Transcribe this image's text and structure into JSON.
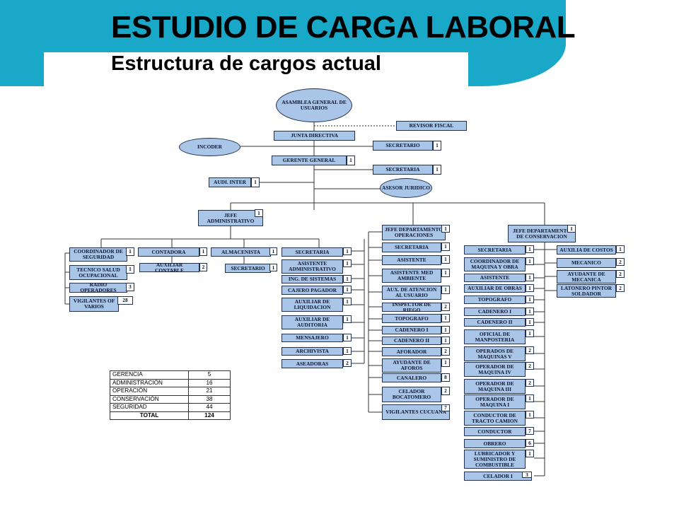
{
  "header": {
    "title": "ESTUDIO DE CARGA LABORAL",
    "subtitle": "Estructura de cargos  actual",
    "band_color": "#1aa8c8"
  },
  "org_chart": {
    "box_color": "#a9c5e8",
    "top": {
      "asamblea": "ASAMBLEA GENERAL DE USUARIOS",
      "revisor": "REVISOR FISCAL",
      "junta": "JUNTA DIRECTIVA",
      "incoder": "INCODER",
      "secretario_junta": {
        "label": "SECRETARIO",
        "count": "1"
      },
      "gerente": {
        "label": "GERENTE GENERAL",
        "count": "1"
      },
      "secretaria_gerencia": {
        "label": "SECRETARIA",
        "count": "1"
      },
      "audi": {
        "label": "AUDI. INTER",
        "count": "1"
      },
      "asesor": "ASESOR JURIDICO"
    },
    "administrativo": {
      "head": {
        "label": "JEFE ADMINISTRATIVO",
        "count": "1"
      },
      "col1": [
        {
          "label": "COORDINADOR DE SEGURIDAD",
          "count": "1"
        },
        {
          "label": "TECNICO SALUD OCUPACIONAL",
          "count": "1"
        },
        {
          "label": "RADIO OPERADORES",
          "count": "3"
        },
        {
          "label": "VIGILANTES OF VARIOS",
          "count": "28"
        }
      ],
      "contadora": {
        "label": "CONTADORA",
        "count": "1"
      },
      "auxiliar_contable": {
        "label": "AUXILIAR CONTABLE",
        "count": "2"
      },
      "almacenista": {
        "label": "ALMACENISTA",
        "count": "1"
      },
      "secretario": {
        "label": "SECRETARIO",
        "count": "1"
      },
      "col4": [
        {
          "label": "SECRETARIA",
          "count": "1"
        },
        {
          "label": "ASISTENTE ADMINISTRATIVO",
          "count": "1"
        },
        {
          "label": "ING. DE SISTEMAS",
          "count": "1"
        },
        {
          "label": "CAJERO PAGADOR",
          "count": "1"
        },
        {
          "label": "AUXILIAR DE LIQUIDACION",
          "count": "1"
        },
        {
          "label": "AUXILIAR DE AUDITORIA",
          "count": "1"
        },
        {
          "label": "MENSAJERO",
          "count": "1"
        },
        {
          "label": "ARCHIVISTA",
          "count": "1"
        },
        {
          "label": "ASEADORAS",
          "count": "2"
        }
      ]
    },
    "operaciones": {
      "head": {
        "label": "JEFE DEPARTAMENTO OPERACIONES",
        "count": "1"
      },
      "items": [
        {
          "label": "SECRETARIA",
          "count": "1"
        },
        {
          "label": "ASISTENTE",
          "count": "1"
        },
        {
          "label": "ASISTENTE MED AMBIENTE",
          "count": "1"
        },
        {
          "label": "AUX. DE ATENCION AL USUARIO",
          "count": "1"
        },
        {
          "label": "INSPECTOR DE RIEGO",
          "count": "2"
        },
        {
          "label": "TOPOGRAFO",
          "count": "1"
        },
        {
          "label": "CADENERO I",
          "count": "1"
        },
        {
          "label": "CADENERO II",
          "count": "1"
        },
        {
          "label": "AFORADOR",
          "count": "2"
        },
        {
          "label": "AYUDANTE DE AFOROS",
          "count": "1"
        },
        {
          "label": "CANALERO",
          "count": "8"
        },
        {
          "label": "CELADOR BOCATOMERO",
          "count": "2"
        },
        {
          "label": "VIGILANTES CUCUANA",
          "count": "7"
        }
      ]
    },
    "conservacion": {
      "head": {
        "label": "JEFE DEPARTAMENTO DE CONSERVACION",
        "count": "1"
      },
      "col1": [
        {
          "label": "SECRETARIA",
          "count": "1"
        },
        {
          "label": "COORDINADOR DE MAQUINA Y OBRA",
          "count": "1"
        },
        {
          "label": "ASISTENTE",
          "count": "1"
        },
        {
          "label": "AUXILIAR DE OBRAS",
          "count": "1"
        },
        {
          "label": "TOPOGRAFO",
          "count": "1"
        },
        {
          "label": "CADENERO I",
          "count": "1"
        },
        {
          "label": "CADENERO II",
          "count": "1"
        },
        {
          "label": "OFICIAL DE MANPOSTERIA",
          "count": "1"
        },
        {
          "label": "OPERADOS DE MAQUINAS V",
          "count": "2"
        },
        {
          "label": "OPERADOR DE MAQUINA IV",
          "count": "2"
        },
        {
          "label": "OPERADOR DE MAQUINA III",
          "count": "2"
        },
        {
          "label": "OPERADOR DE MAQUINA I",
          "count": "1"
        },
        {
          "label": "CONDUCTOR DE TRACTO CAMION",
          "count": "1"
        },
        {
          "label": "CONDUCTOR",
          "count": "7"
        },
        {
          "label": "OBRERO",
          "count": "6"
        },
        {
          "label": "LUBRICADOR Y SUMINISTRO DE COMBUSTIBLE",
          "count": "1"
        },
        {
          "label": "CELADOR I",
          "count": "3"
        }
      ],
      "col2": [
        {
          "label": "AUXILIA DE COSTOS",
          "count": "1"
        },
        {
          "label": "MECANICO",
          "count": "2"
        },
        {
          "label": "AYUDANTE DE MECANICA",
          "count": "2"
        },
        {
          "label": "LATONERO PINTOR SOLDADOR",
          "count": "2"
        }
      ]
    }
  },
  "summary_table": [
    {
      "label": "GERENCIA",
      "value": "5"
    },
    {
      "label": "ADMINISTRACIÓN",
      "value": "16"
    },
    {
      "label": "OPERACIÓN",
      "value": "21"
    },
    {
      "label": "CONSERVACIÓN",
      "value": "38"
    },
    {
      "label": "SEGURIDAD",
      "value": "44"
    },
    {
      "label": "TOTAL",
      "value": "124"
    }
  ]
}
